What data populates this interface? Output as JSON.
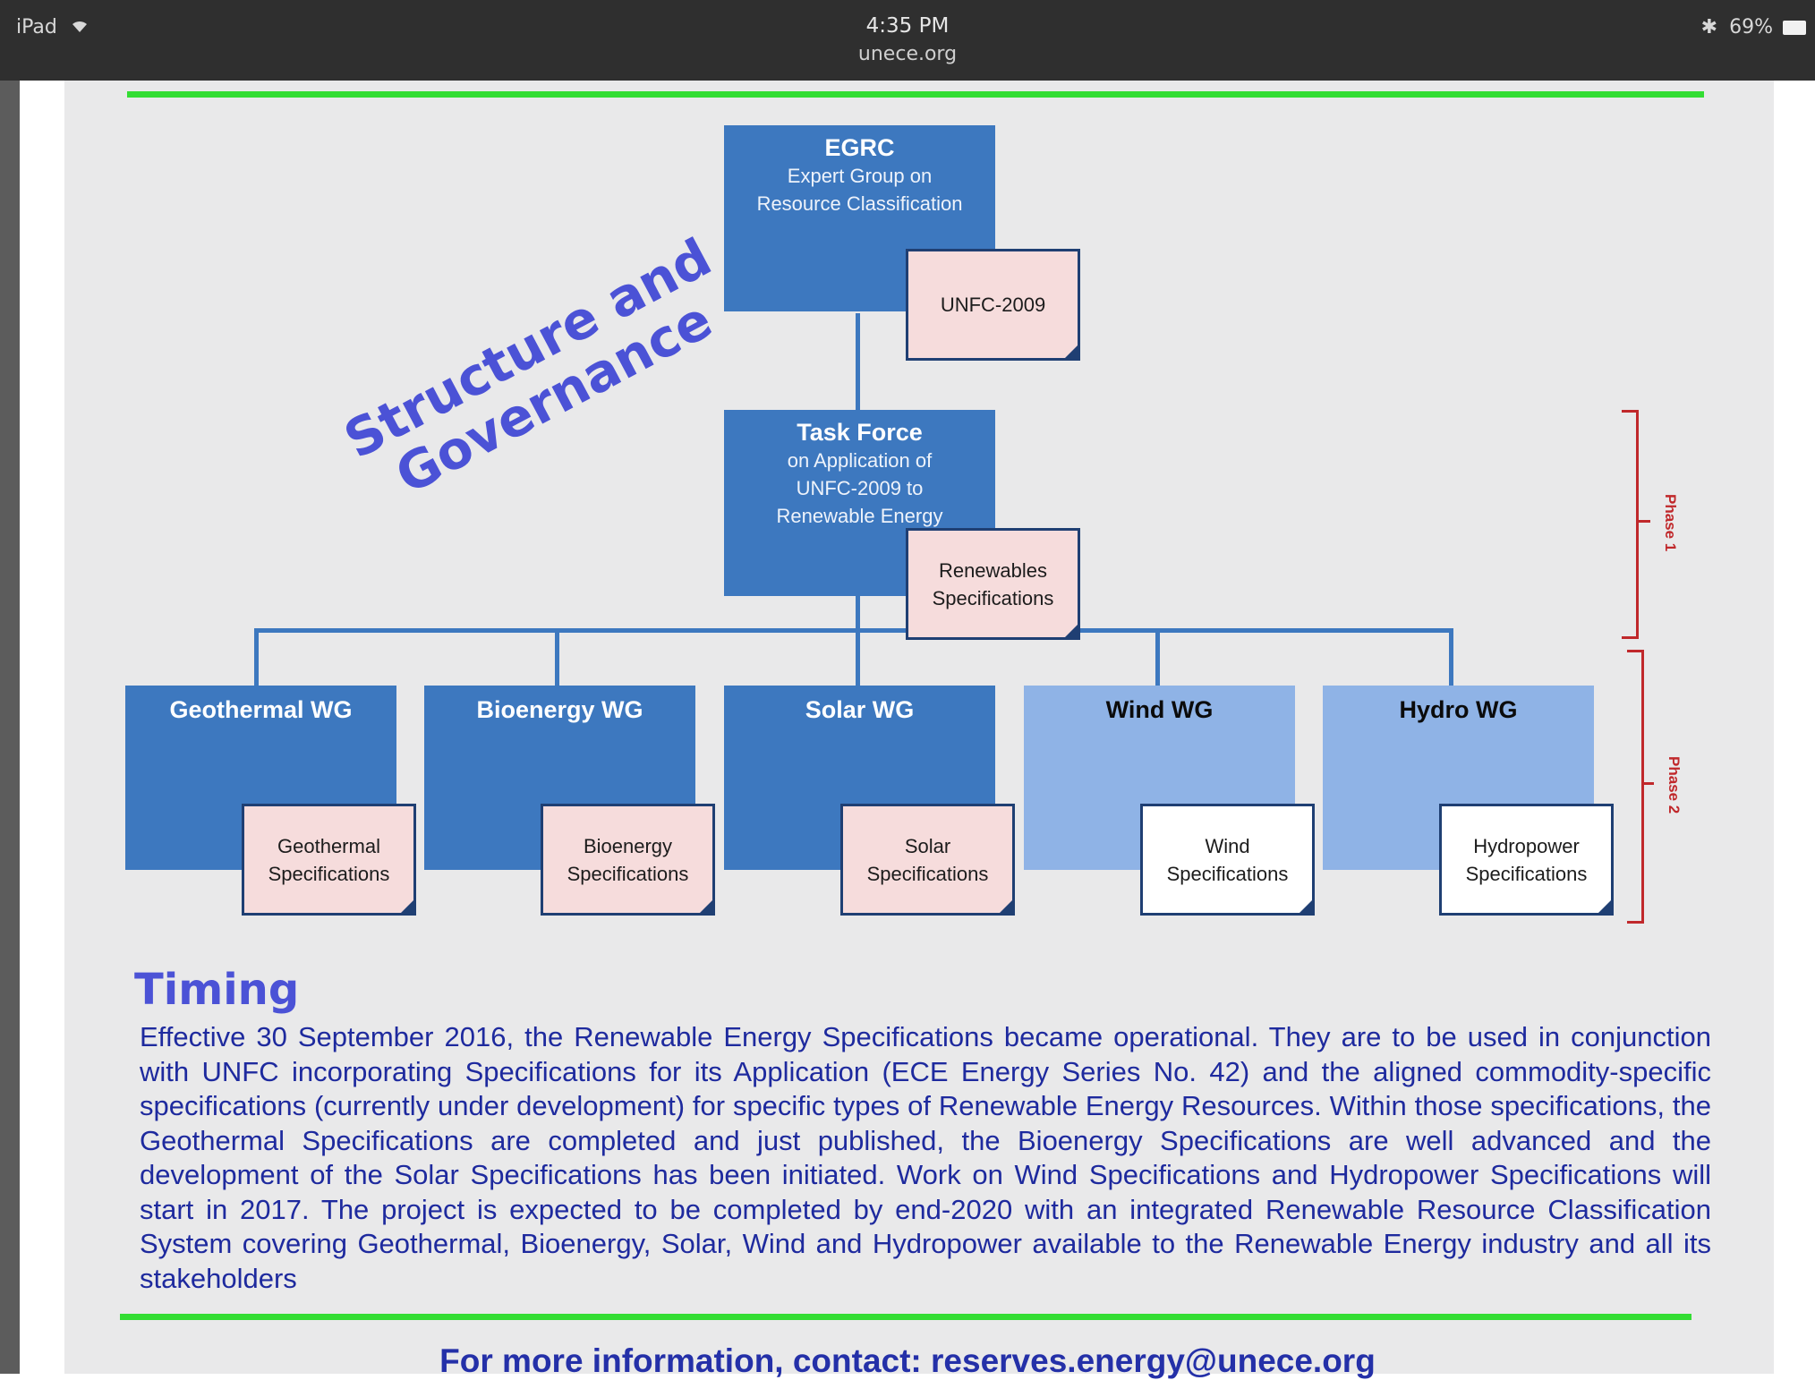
{
  "status_bar": {
    "device": "iPad",
    "wifi_icon": "wifi-icon",
    "time": "4:35 PM",
    "url": "unece.org",
    "bluetooth_icon": "bluetooth-icon",
    "battery": "69%"
  },
  "poster": {
    "title": "Structure and Governance",
    "egrc": {
      "title": "EGRC",
      "sub1": "Expert Group on",
      "sub2": "Resource Classification",
      "doc": "UNFC-2009"
    },
    "task_force": {
      "title": "Task Force",
      "sub1": "on Application of",
      "sub2": "UNFC-2009 to",
      "sub3": "Renewable Energy",
      "doc1": "Renewables",
      "doc2": "Specifications"
    },
    "wgs": [
      {
        "title": "Geothermal WG",
        "doc1": "Geothermal",
        "doc2": "Specifications"
      },
      {
        "title": "Bioenergy WG",
        "doc1": "Bioenergy",
        "doc2": "Specifications"
      },
      {
        "title": "Solar WG",
        "doc1": "Solar",
        "doc2": "Specifications"
      },
      {
        "title": "Wind WG",
        "doc1": "Wind",
        "doc2": "Specifications"
      },
      {
        "title": "Hydro WG",
        "doc1": "Hydropower",
        "doc2": "Specifications"
      }
    ],
    "phase1": "Phase 1",
    "phase2": "Phase 2",
    "timing_heading": "Timing",
    "timing_text": "Effective 30 September 2016, the Renewable Energy Specifications became operational. They are to be used in conjunction with UNFC incorporating Specifications for its Application (ECE Energy Series No. 42) and the aligned commodity-specific specifications (currently under development) for specific types of Renewable Energy Resources. Within those specifications, the Geothermal Specifications are completed and just published, the Bioenergy Specifications are well advanced and the development of the Solar Specifications has been initiated. Work on Wind Specifications and Hydropower Specifications will start in 2017. The project is expected to be completed by end-2020 with an integrated Renewable Resource Classification System covering Geothermal, Bioenergy, Solar, Wind and Hydropower available to the Renewable Energy industry and all its stakeholders",
    "contact": "For more information, contact: reserves.energy@unece.org"
  },
  "colors": {
    "dark_box": "#3d78bf",
    "light_box": "#8fb3e6",
    "pink_doc": "#f6dcdc",
    "green_line": "#33dd33",
    "title_blue": "#4b52d6",
    "bracket_red": "#c0282b"
  }
}
